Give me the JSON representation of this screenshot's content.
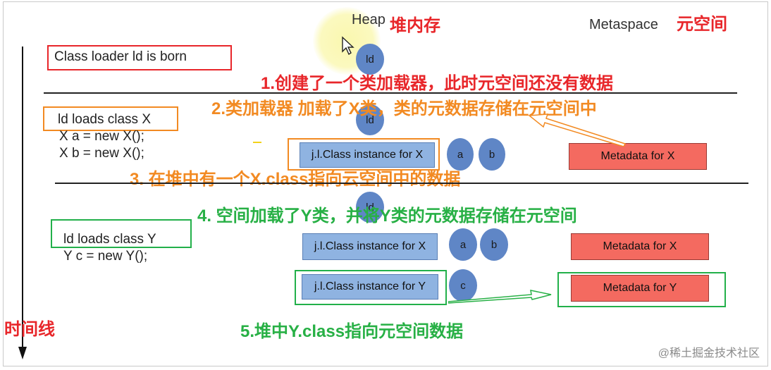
{
  "header": {
    "heap": "Heap",
    "heap_cn": "堆内存",
    "metaspace": "Metaspace",
    "metaspace_cn": "元空间"
  },
  "timeline_label": "时间线",
  "section1": {
    "box_label": "Class loader ld is born",
    "ld_node": "ld",
    "annotation": "1.创建了一个类加载器，此时元空间还没有数据"
  },
  "section2": {
    "box_label": "ld loads class X",
    "code": [
      "X a = new X();",
      "X b = new X();"
    ],
    "annotation": "2.类加载器 加载了X类，类的元数据存储在元空间中",
    "ld_node": "ld",
    "class_instance": "j.l.Class instance for X",
    "objects": [
      "a",
      "b"
    ],
    "metadata": "Metadata for X",
    "annotation3": "3. 在堆中有一个X.class指向云空间中的数据"
  },
  "section3": {
    "box_label": "ld loads class Y",
    "code": [
      "Y c = new Y();"
    ],
    "ld_node": "ld",
    "annotation": "4. 空间加载了Y类，并将Y类的元数据存储在元空间",
    "class_instance_x": "j.l.Class instance for X",
    "objects_x": [
      "a",
      "b"
    ],
    "metadata_x": "Metadata for X",
    "class_instance_y": "j.l.Class instance for Y",
    "objects_y": [
      "c"
    ],
    "metadata_y": "Metadata for Y",
    "annotation5": "5.堆中Y.class指向元空间数据"
  },
  "watermark": "@稀土掘金技术社区",
  "colors": {
    "red": "#e8262a",
    "orange": "#f28a22",
    "green": "#27b045",
    "class_box": "#8fb3e1",
    "metadata_box": "#f46a60",
    "ellipse": "#5f86c6"
  }
}
